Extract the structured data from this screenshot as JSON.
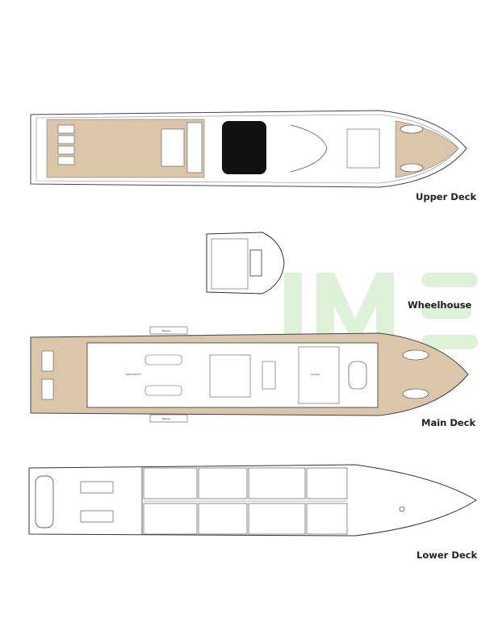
{
  "decks": [
    {
      "id": "upper",
      "label": "Upper Deck"
    },
    {
      "id": "wheelhouse",
      "label": "Wheelhouse"
    },
    {
      "id": "main",
      "label": "Main Deck"
    },
    {
      "id": "lower",
      "label": "Lower Deck"
    }
  ],
  "rooms": {
    "balcony_label": "Balcony",
    "main_salon": "MAIN SALON",
    "galley": "GALLEY"
  },
  "watermark": "IME",
  "colors": {
    "deck_teak": "#dcc6aa",
    "line": "#333333",
    "watermark": "#d6efd0"
  }
}
